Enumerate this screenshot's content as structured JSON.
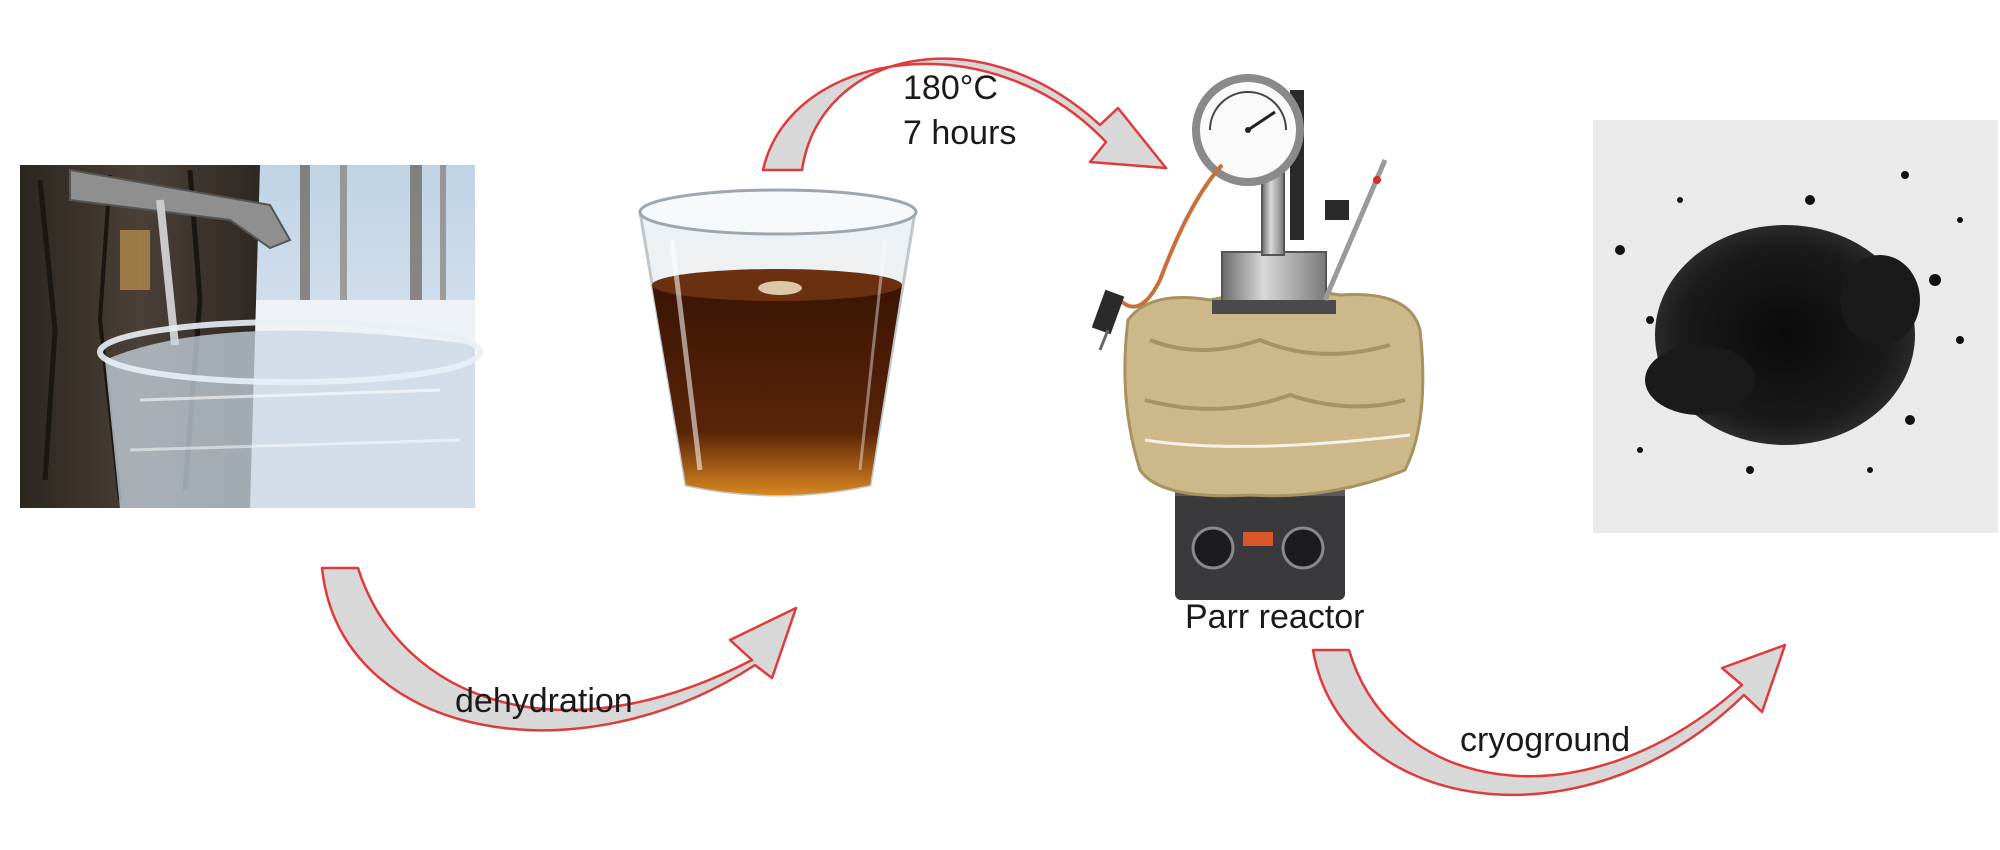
{
  "labels": {
    "heat_temperature": "180°C",
    "heat_duration": "7 hours",
    "dehydration": "dehydration",
    "reactor": "Parr reactor",
    "cryoground": "cryoground"
  },
  "photos": {
    "maple_sap_tapping": {
      "icon": "tree-tap-icon"
    },
    "syrup_glass": {
      "icon": "glass-syrup-icon"
    },
    "parr_reactor": {
      "icon": "pressure-reactor-icon"
    },
    "black_powder": {
      "icon": "powder-pile-icon"
    }
  },
  "colors": {
    "arrow_fill": "#d8d8d8",
    "arrow_outline": "#e03a3a",
    "syrup": "#5a2408",
    "syrup_light": "#c8741a",
    "insulation": "#cdb88a",
    "powder": "#141414"
  }
}
